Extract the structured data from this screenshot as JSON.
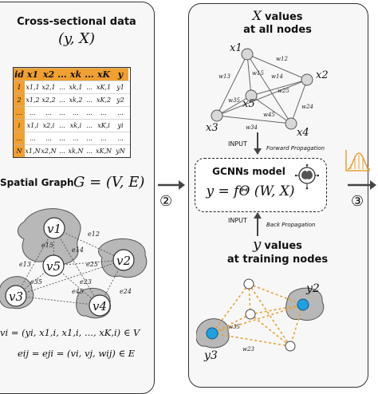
{
  "left": {
    "title": "Cross-sectional data",
    "formula": "(y, X)",
    "table": {
      "headers": [
        "id",
        "x1",
        "x2",
        "...",
        "xk",
        "...",
        "xK",
        "y"
      ],
      "rows": [
        [
          "1",
          "x1,1",
          "x2,1",
          "...",
          "xk,1",
          "...",
          "xK,1",
          "y1"
        ],
        [
          "2",
          "x1,2",
          "x2,2",
          "...",
          "xk,2",
          "...",
          "xK,2",
          "y2"
        ],
        [
          "...",
          "...",
          "...",
          "...",
          "...",
          "...",
          "...",
          "..."
        ],
        [
          "i",
          "x1,i",
          "x2,i",
          "...",
          "xk,i",
          "...",
          "xK,i",
          "yi"
        ],
        [
          "...",
          "...",
          "...",
          "...",
          "...",
          "...",
          "...",
          "..."
        ],
        [
          "N",
          "x1,N",
          "x2,N",
          "...",
          "xk,N",
          "...",
          "xK,N",
          "yN"
        ]
      ]
    },
    "graph_label": "Spatial Graph",
    "graph_formula": "G = (V, E)",
    "nodes": [
      "v1",
      "v2",
      "v3",
      "v4",
      "v5"
    ],
    "edges": [
      "e12",
      "e14",
      "e15",
      "e25",
      "e13",
      "e35",
      "e23",
      "e45",
      "e24"
    ],
    "vertex_def": "vi = (yi, x1,i, x1,i, ..., xK,i) ∈ V",
    "edge_def": "eij = eji = (vi, vj, wij) ∈ E"
  },
  "arrows": {
    "step2": "②",
    "step3": "③"
  },
  "right": {
    "top_title_var": "X",
    "top_title_rest": "values",
    "top_title_line2": "at all nodes",
    "top_nodes": [
      "x1",
      "x2",
      "x3",
      "x4",
      "x5"
    ],
    "top_weights": [
      "w12",
      "w13",
      "w15",
      "w14",
      "w25",
      "w35",
      "w45",
      "w24",
      "w34"
    ],
    "input_label": "INPUT",
    "forward_label": "Forward Propagation",
    "model_title": "GCNNs model",
    "model_formula": "y = fΘ (W, X)",
    "input_label2": "INPUT",
    "back_label": "Back Propagation",
    "bottom_title_var": "y",
    "bottom_title_rest": "values",
    "bottom_title_line2": "at training nodes",
    "bottom_nodes": [
      "y2",
      "y3"
    ],
    "bottom_weights": [
      "w35",
      "w23"
    ]
  },
  "colors": {
    "table_header": "#f0a030",
    "table_index": "#f0a030",
    "train_node": "#1fa0e0",
    "dashed_edge": "#e8a030",
    "region_fill": "#b8b8b8"
  }
}
